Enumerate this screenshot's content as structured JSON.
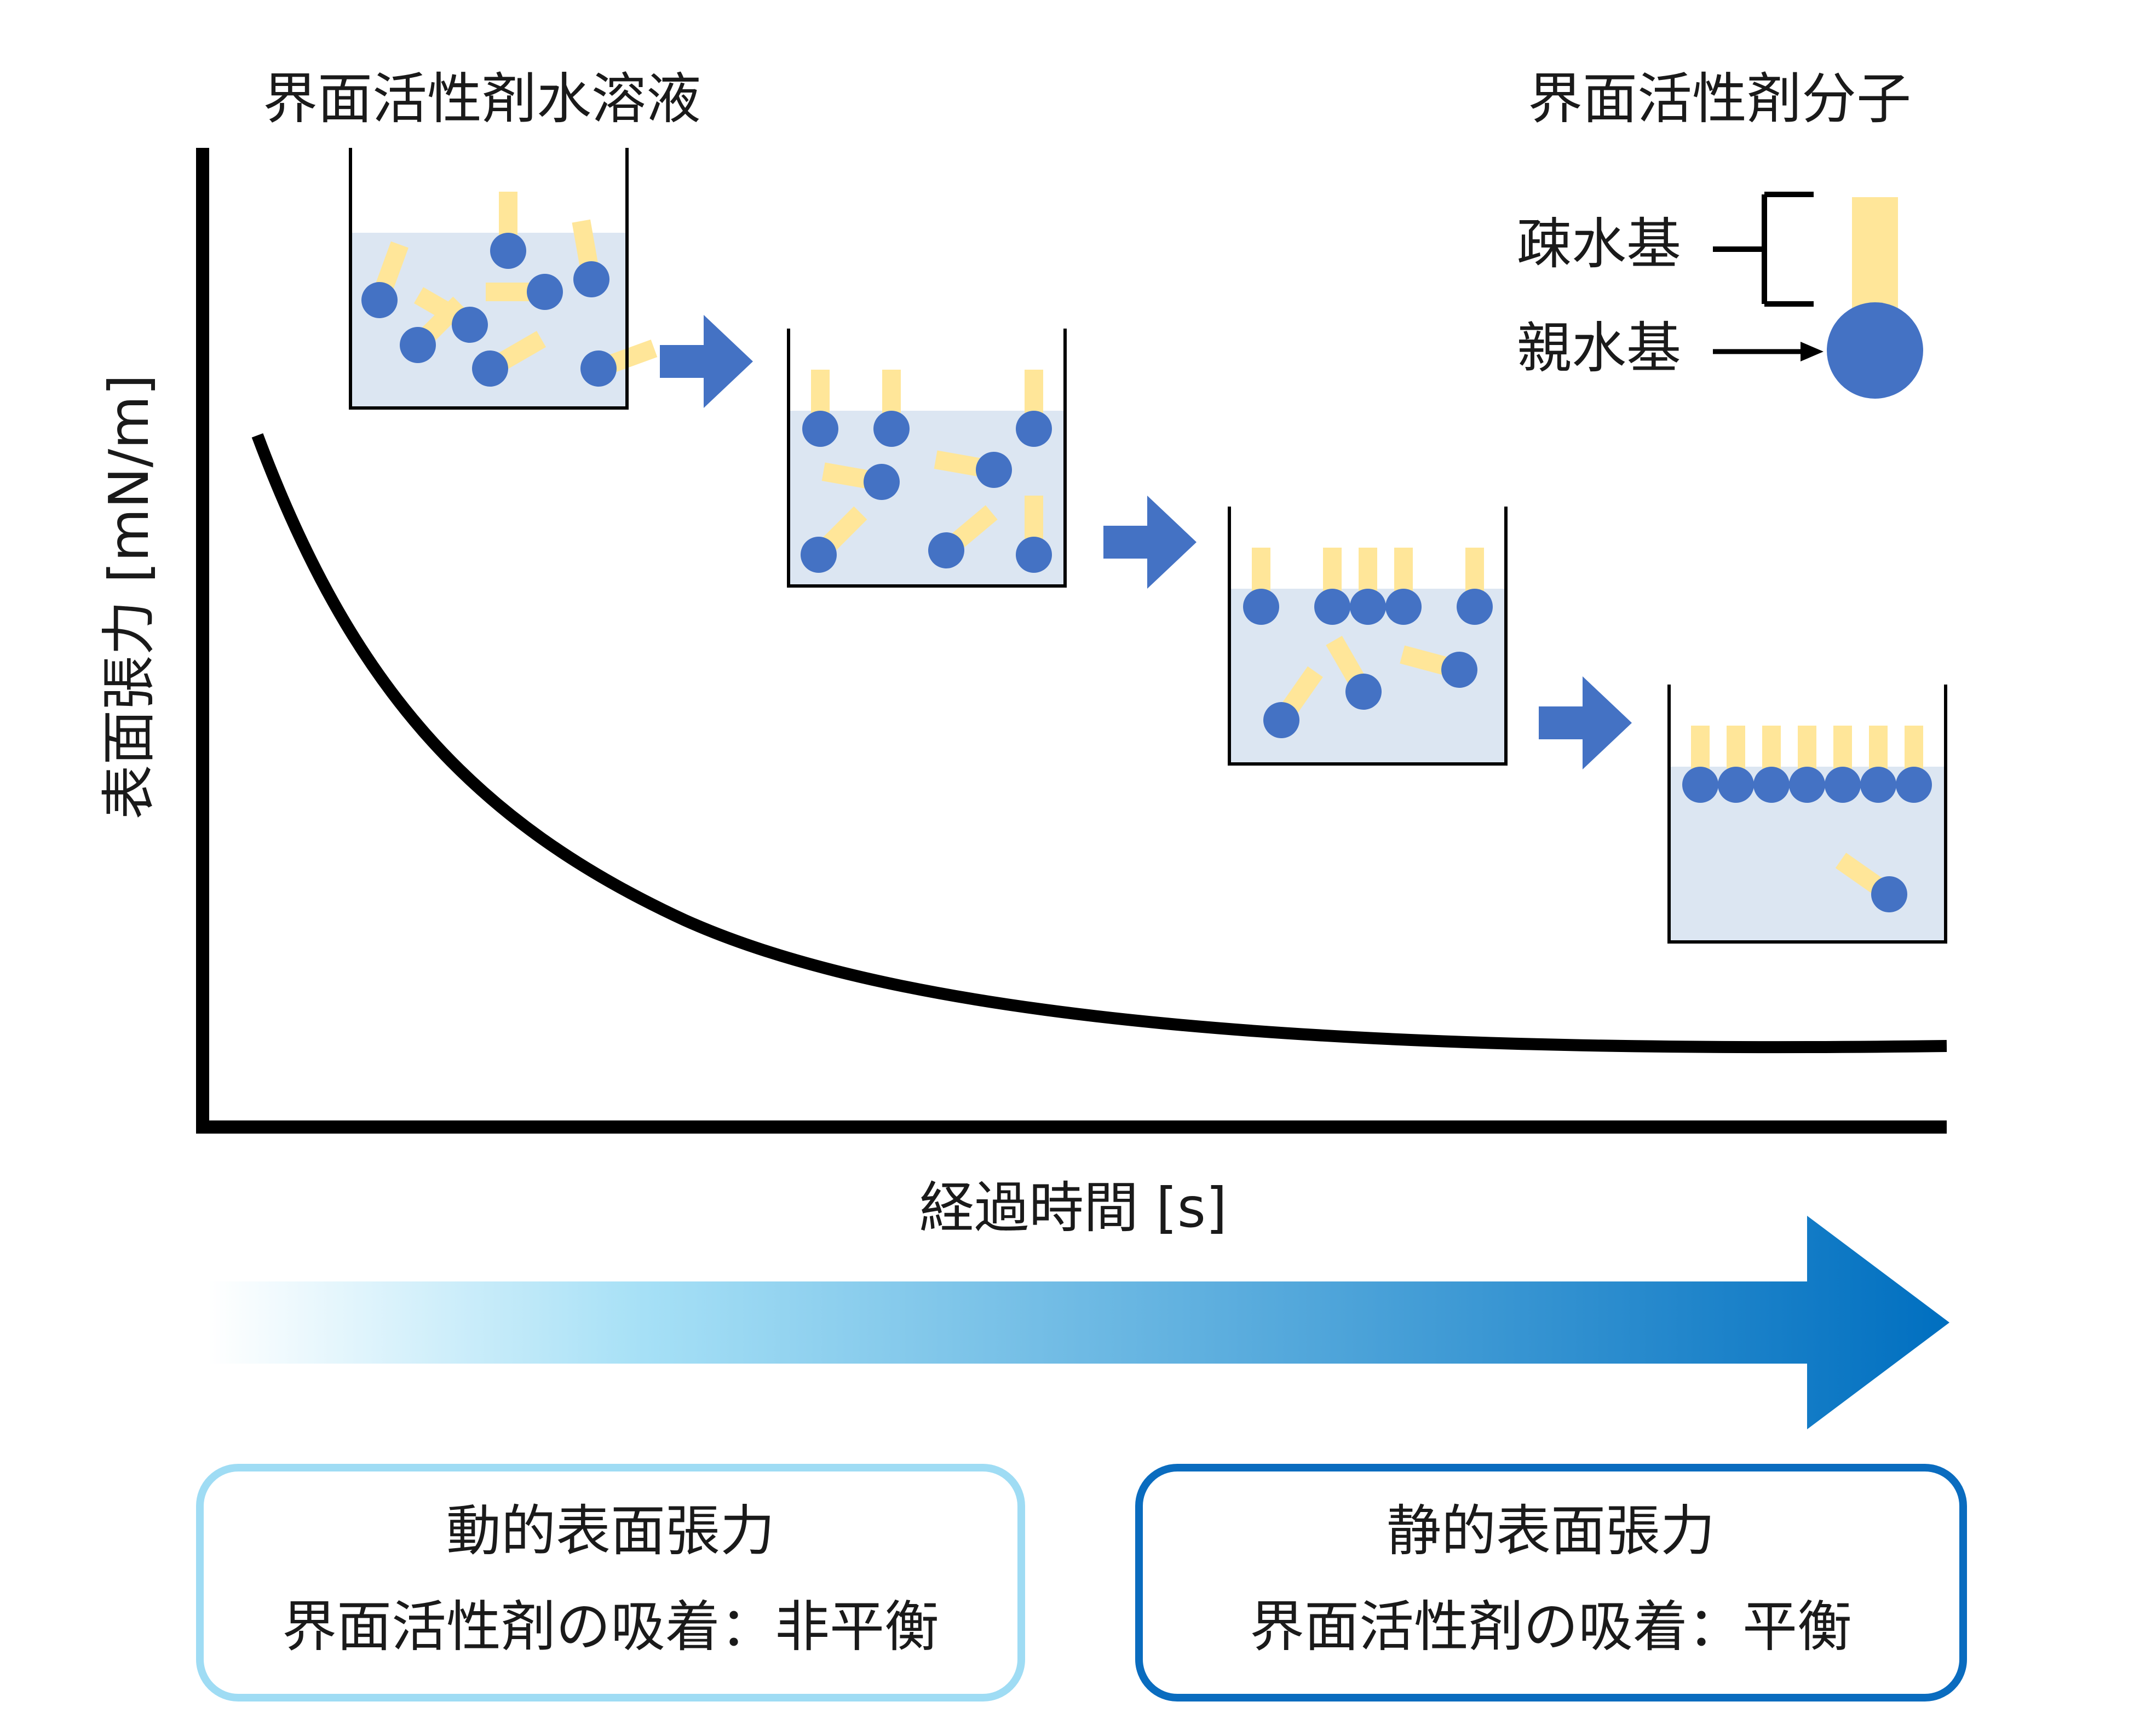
{
  "labels": {
    "solution": "界面活性剤水溶液",
    "molecule": "界面活性剤分子",
    "hydrophobic": "疎水基",
    "hydrophilic": "親水基",
    "y_axis": "表面張力 [mN/m]",
    "x_axis": "経過時間 [s]"
  },
  "boxes": {
    "dynamic": {
      "title": "動的表面張力",
      "subtitle": "界面活性剤の吸着：非平衡"
    },
    "static": {
      "title": "静的表面張力",
      "subtitle": "界面活性剤の吸着：平衡"
    }
  },
  "colors": {
    "head": "#4472c4",
    "tail": "#ffe699",
    "water": "#dce6f2",
    "dynamic_border": "#9fdcf4",
    "static_border": "#0a6cbf",
    "arrow": "#4472c4",
    "gradient_start": "#ffffff",
    "gradient_mid": "#a6e0f6",
    "gradient_end": "#006fc0"
  }
}
